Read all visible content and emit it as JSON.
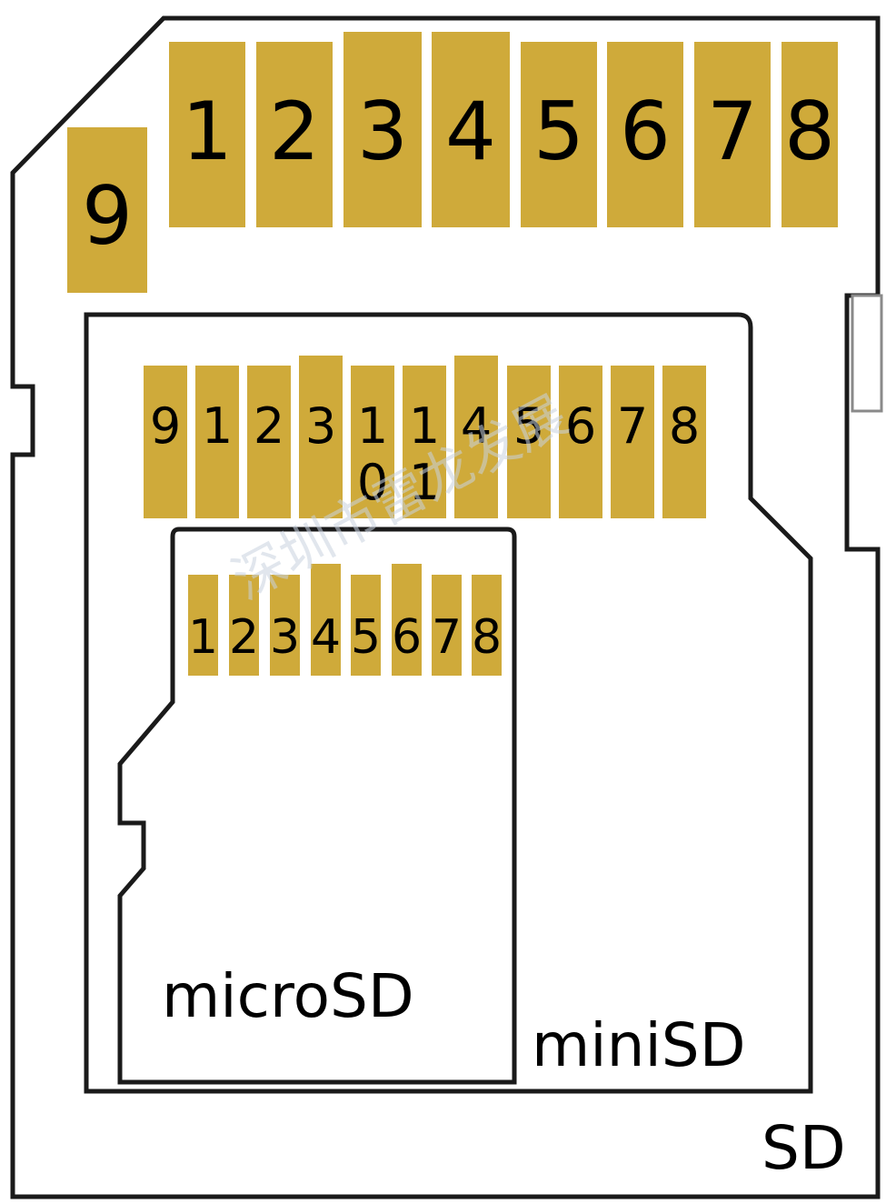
{
  "colors": {
    "pin_fill": "#CFAA3A",
    "outline": "#1a1a1a",
    "background": "#ffffff"
  },
  "sd": {
    "label": "SD",
    "pins": [
      "9",
      "1",
      "2",
      "3",
      "4",
      "5",
      "6",
      "7",
      "8"
    ]
  },
  "minisd": {
    "label": "miniSD",
    "pins": [
      "9",
      "1",
      "2",
      "3",
      "1\n0",
      "1\n1",
      "4",
      "5",
      "6",
      "7",
      "8"
    ]
  },
  "microsd": {
    "label": "microSD",
    "pins": [
      "1",
      "2",
      "3",
      "4",
      "5",
      "6",
      "7",
      "8"
    ]
  },
  "watermark": "深圳市雷龙发展"
}
